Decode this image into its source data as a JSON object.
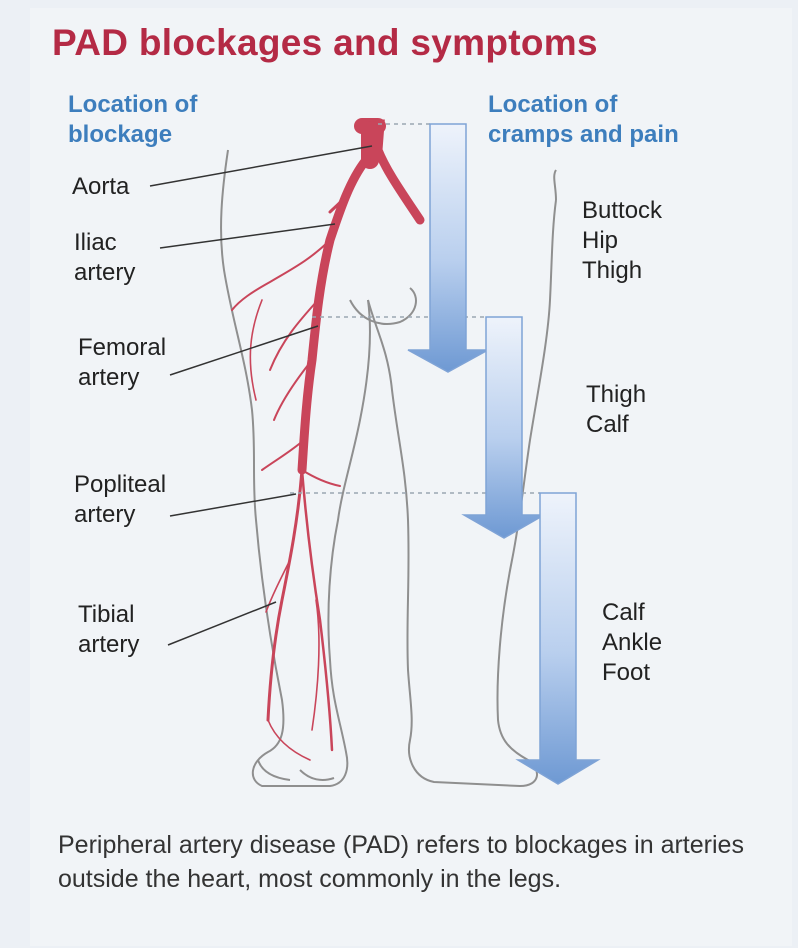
{
  "title": "PAD blockages and symptoms",
  "headers": {
    "blockage": "Location of\nblockage",
    "pain": "Location of\ncramps and pain"
  },
  "arteries": {
    "aorta": "Aorta",
    "iliac": "Iliac\nartery",
    "femoral": "Femoral\nartery",
    "popliteal": "Popliteal\nartery",
    "tibial": "Tibial\nartery"
  },
  "pain_regions": {
    "upper": "Buttock\nHip\nThigh",
    "middle": "Thigh\nCalf",
    "lower": "Calf\nAnkle\nFoot"
  },
  "caption": "Peripheral artery disease (PAD) refers to blockages in arteries outside the heart, most commonly in the legs.",
  "colors": {
    "title": "#b42a45",
    "header": "#3d7ebd",
    "artery": "#c9455a",
    "arrow_light": "#e6eefa",
    "arrow_dark": "#6e99d3"
  }
}
